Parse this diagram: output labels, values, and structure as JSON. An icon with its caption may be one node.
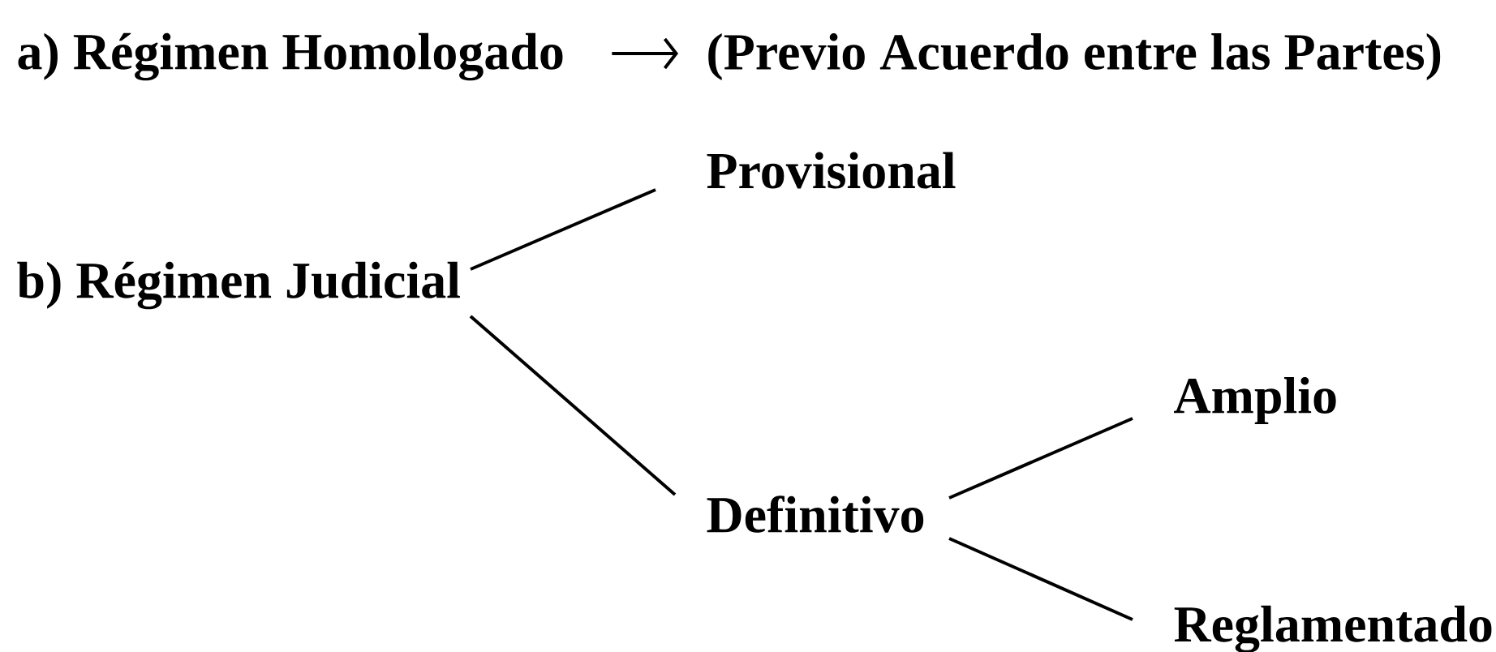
{
  "diagram": {
    "nodes": [
      {
        "text": [
          "a) Régimen Homologado"
        ]
      },
      {
        "text": [
          "(Previo Acuerdo entre las Partes)"
        ]
      },
      {
        "text": [
          "Provisional"
        ]
      },
      {
        "text": [
          "b) Régimen Judicial"
        ]
      },
      {
        "text": [
          "Definitivo"
        ]
      },
      {
        "text": [
          "Amplio"
        ]
      },
      {
        "text": [
          "Reglamentado"
        ]
      }
    ],
    "edges": [
      {
        "from": 0,
        "to": 1,
        "arrow": "to"
      },
      {
        "from": 3,
        "to": 2,
        "arrow": "none"
      },
      {
        "from": 3,
        "to": 4,
        "arrow": "none"
      },
      {
        "from": 4,
        "to": 5,
        "arrow": "none"
      },
      {
        "from": 4,
        "to": 6,
        "arrow": "none"
      }
    ]
  }
}
